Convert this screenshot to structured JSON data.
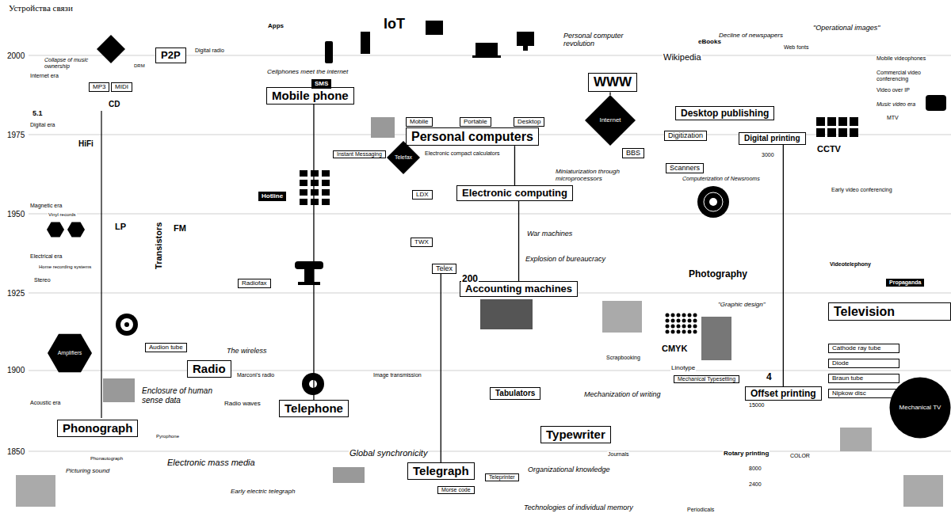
{
  "diagram": {
    "title": "Устройства связи",
    "nodes": [
      {
        "text": [
          "Phonograph"
        ]
      },
      {
        "text": [
          "Radio"
        ]
      },
      {
        "text": [
          "Telephone"
        ]
      },
      {
        "text": [
          "Telegraph"
        ]
      },
      {
        "text": [
          "Typewriter"
        ]
      },
      {
        "text": [
          "Mobile phone"
        ]
      },
      {
        "text": [
          "Personal computers"
        ]
      },
      {
        "text": [
          "Mobile"
        ]
      },
      {
        "text": [
          "Portable"
        ]
      },
      {
        "text": [
          "Desktop"
        ]
      },
      {
        "text": [
          "Electronic computing"
        ]
      },
      {
        "text": [
          "Accounting machines"
        ]
      },
      {
        "text": [
          "Telex"
        ]
      },
      {
        "text": [
          "TWX"
        ]
      },
      {
        "text": [
          "LDX"
        ]
      },
      {
        "text": [
          "Tabulators"
        ]
      },
      {
        "text": [
          "Television"
        ]
      },
      {
        "text": [
          "Cathode ray tube"
        ]
      },
      {
        "text": [
          "Diode"
        ]
      },
      {
        "text": [
          "Braun tube"
        ]
      },
      {
        "text": [
          "Nipkow disc"
        ]
      },
      {
        "text": [
          "Mechanical TV"
        ]
      },
      {
        "text": [
          "Desktop publishing"
        ]
      },
      {
        "text": [
          "Offset printing"
        ]
      },
      {
        "text": [
          "Digital printing"
        ]
      },
      {
        "text": [
          "WWW"
        ]
      },
      {
        "text": [
          "Internet"
        ]
      },
      {
        "text": [
          "Telefax"
        ]
      },
      {
        "text": [
          "P2P"
        ]
      },
      {
        "text": [
          "Amplifiers"
        ]
      },
      {
        "text": [
          "Audion tube"
        ]
      },
      {
        "text": [
          "SMS"
        ]
      },
      {
        "text": [
          "Hotline"
        ]
      },
      {
        "text": [
          "Radiofax"
        ]
      },
      {
        "text": [
          "Instant Messaging"
        ]
      },
      {
        "text": [
          "Digitization"
        ]
      },
      {
        "text": [
          "Scanners"
        ]
      },
      {
        "text": [
          "Mechanical Typesetting"
        ]
      },
      {
        "text": [
          "BBS"
        ]
      },
      {
        "text": [
          "MP3"
        ]
      },
      {
        "text": [
          "MIDI"
        ]
      },
      {
        "text": [
          "Propaganda"
        ]
      },
      {
        "text": [
          "Teleprinter"
        ]
      },
      {
        "text": [
          "Morse code"
        ]
      }
    ],
    "edges": [
      {
        "from": 2,
        "to": 5,
        "arrow": "none"
      },
      {
        "from": 3,
        "to": 12,
        "arrow": "none"
      },
      {
        "from": 11,
        "to": 10,
        "arrow": "none"
      },
      {
        "from": 10,
        "to": 6,
        "arrow": "none"
      },
      {
        "from": 26,
        "to": 25,
        "arrow": "none"
      },
      {
        "from": 23,
        "to": 24,
        "arrow": "none"
      }
    ],
    "labels": [
      "2000",
      "1975",
      "1950",
      "1925",
      "1900",
      "1850",
      "Internet era",
      "Digital era",
      "Magnetic era",
      "Electrical era",
      "Acoustic era",
      "5.1",
      "HiFi",
      "CD",
      "DRM",
      "Stereo",
      "Home recording systems",
      "Vinyl records",
      "LP",
      "FM",
      "Transistors",
      "Collapse of music ownership",
      "Apps",
      "IoT",
      "Cellphones meet the internet",
      "Digital radio",
      "Personal computer revolution",
      "Wikipedia",
      "eBooks",
      "Decline of newspapers",
      "Web fonts",
      "\"Operational images\"",
      "Mobile videophones",
      "Commercial video conferencing",
      "Video over IP",
      "Music video era",
      "MTV",
      "CCTV",
      "Early video conferencing",
      "Videotelephony",
      "Electronic compact calculators",
      "Miniaturization through microprocessors",
      "War machines",
      "Explosion of bureaucracy",
      "200",
      "Image transmission",
      "The wireless",
      "Marconi's radio",
      "Radio waves",
      "Enclosure of human sense data",
      "Pyrophone",
      "Phonautograph",
      "Picturing sound",
      "Electronic mass media",
      "Early electric telegraph",
      "Global synchronicity",
      "Organizational knowledge",
      "Technologies of individual memory",
      "Mechanization of writing",
      "Scrapbooking",
      "Journals",
      "Periodicals",
      "Rotary printing",
      "COLOR",
      "15000",
      "8000",
      "2400",
      "3000",
      "4",
      "CMYK",
      "Linotype",
      "Photography",
      "\"Graphic design\"",
      "Computerization of Newsrooms"
    ]
  }
}
